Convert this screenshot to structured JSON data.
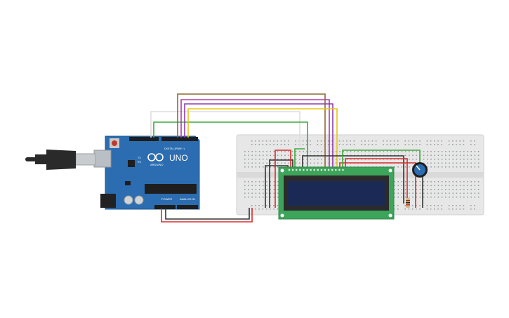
{
  "arduino": {
    "model": "UNO",
    "brand": "ARDUINO",
    "digital_label": "DIGITAL (PWM ~)",
    "power_label": "POWER",
    "analog_label": "ANALOG IN",
    "tx_label": "TX",
    "rx_label": "RX"
  },
  "colors": {
    "board": "#2b6db0",
    "breadboard": "#e7e7e7",
    "lcd_pcb": "#3da55a",
    "lcd_screen": "#1b2a55",
    "wire_green": "#3bab3b",
    "wire_brown": "#8b6a32",
    "wire_magenta": "#b03ba6",
    "wire_purple": "#8d3bb0",
    "wire_yellow": "#e8c518",
    "wire_red": "#d92b2b",
    "wire_black": "#333333",
    "wire_white": "#dddddd"
  },
  "components": {
    "usb_cable": "usb-cable",
    "lcd": "lcd-16x2",
    "potentiometer": "potentiometer",
    "resistor": "resistor"
  }
}
